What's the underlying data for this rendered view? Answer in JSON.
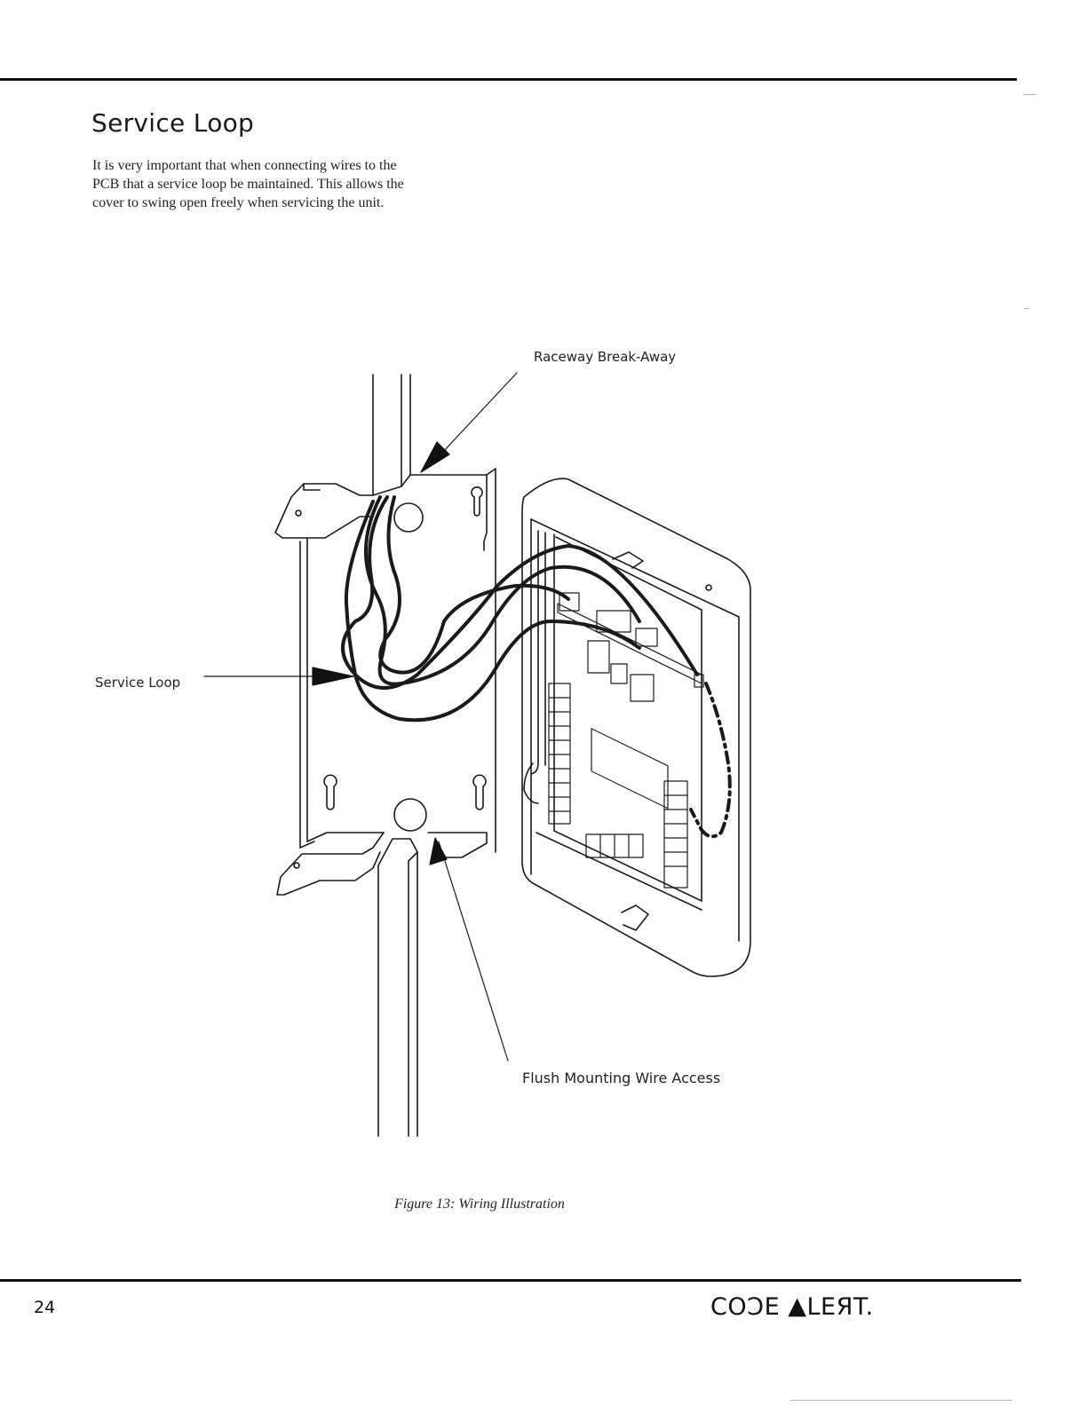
{
  "section": {
    "title": "Service Loop",
    "body_lines": [
      "It is very important that when connecting wires to the",
      "PCB that a service loop be maintained.  This allows the",
      "cover to swing open freely when servicing the unit."
    ]
  },
  "figure": {
    "callouts": {
      "raceway": "Raceway Break-Away",
      "service_loop": "Service Loop",
      "flush_mount": "Flush Mounting Wire Access"
    },
    "caption": "Figure 13: Wiring Illustration"
  },
  "footer": {
    "page_number": "24",
    "brand_pre": "CO",
    "brand_d": "Ↄ",
    "brand_e": "E ",
    "brand_tri": "▲",
    "brand_le": "LE",
    "brand_r": "Я",
    "brand_t": "T."
  }
}
